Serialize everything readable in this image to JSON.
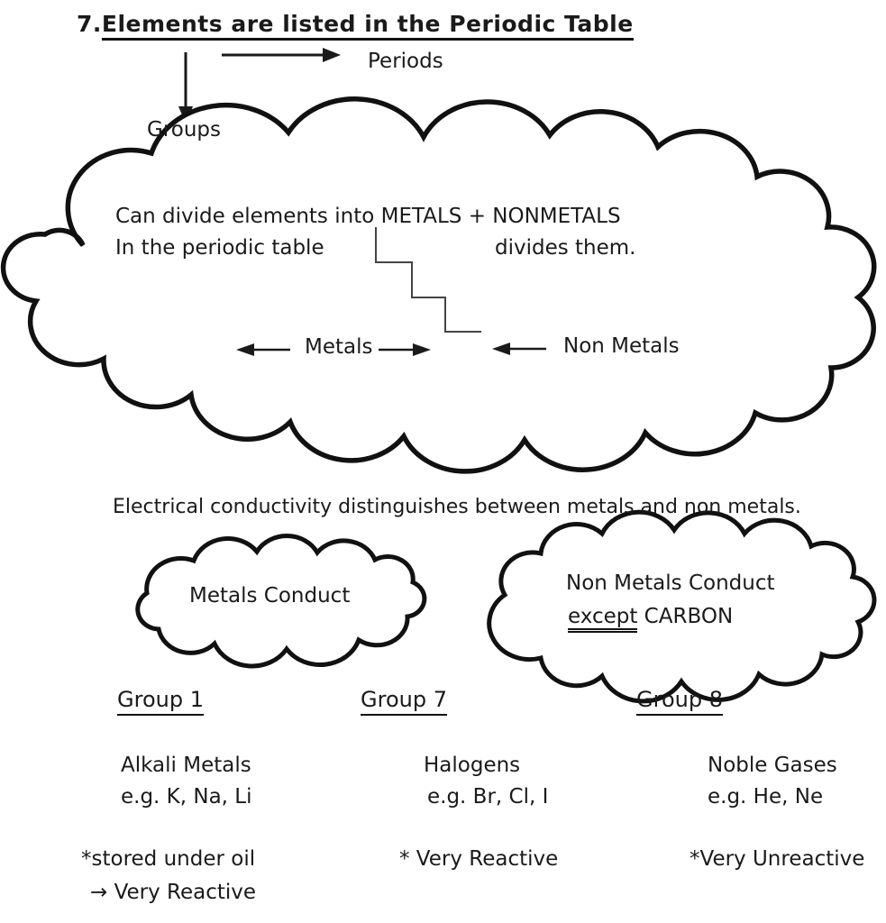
{
  "page": {
    "title_number": "7.",
    "title": "Elements are listed in the Periodic Table",
    "axes": {
      "periods_label": "Periods",
      "groups_label": "Groups"
    },
    "main_cloud": {
      "line1": "Can divide elements into METALS + NONMETALS",
      "line2_left": "In the periodic table",
      "line2_right": "divides them.",
      "metals_label": "Metals",
      "nonmetals_label": "Non Metals"
    },
    "conductivity_sentence": "Electrical conductivity distinguishes between metals and non metals.",
    "metals_cloud": {
      "text": "Metals Conduct"
    },
    "nonmetals_cloud": {
      "line1": "Non Metals Conduct",
      "except_word": "except",
      "line2_rest": " CARBON"
    },
    "groups": [
      {
        "header": "Group 1",
        "name": "Alkali Metals",
        "examples": "e.g. K, Na, Li",
        "note1": "*stored under oil",
        "note2": "→ Very Reactive"
      },
      {
        "header": "Group 7",
        "name": "Halogens",
        "examples": "e.g. Br, Cl, I",
        "note1": "* Very Reactive"
      },
      {
        "header": "Group 8",
        "name": "Noble Gases",
        "examples": "e.g. He, Ne",
        "note1": "*Very Unreactive"
      }
    ],
    "colors": {
      "ink": "#1a1a1a",
      "background": "#ffffff"
    }
  }
}
